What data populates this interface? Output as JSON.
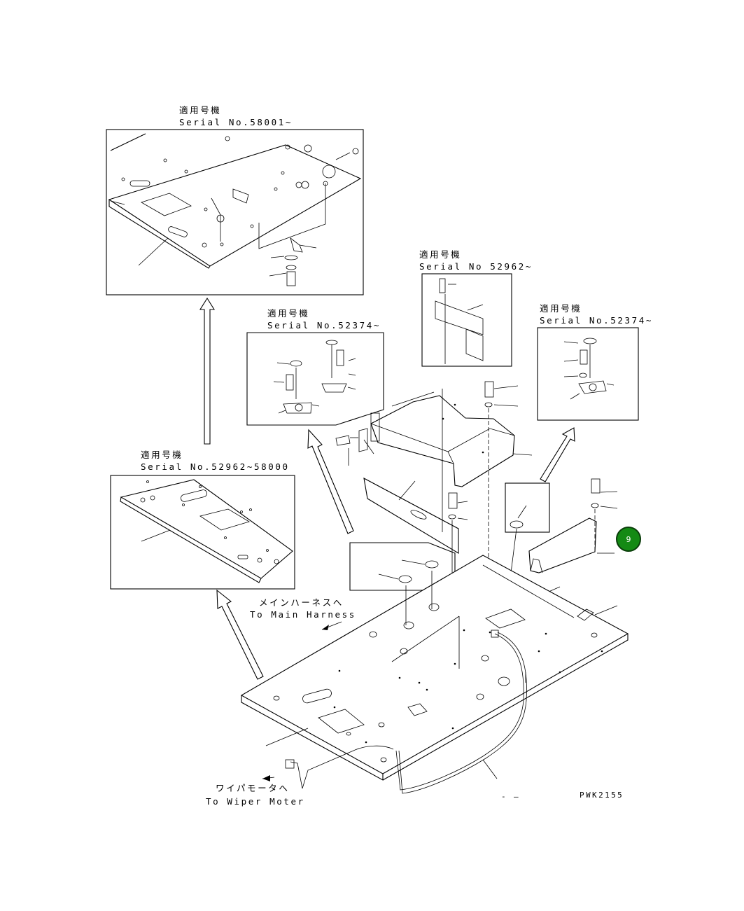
{
  "labels": {
    "applicable_jp": "適用号機",
    "serial_58001": "Serial No.58001~",
    "serial_52962_top": "Serial No 52962~",
    "serial_52374_left": "Serial No.52374~",
    "serial_52374_right": "Serial No.52374~",
    "serial_52962_58000": "Serial No.52962~58000",
    "main_harness_jp": "メインハーネスへ",
    "main_harness_en": "To Main Harness",
    "wiper_jp": "ワイパモータへ",
    "wiper_en": "To Wiper Moter",
    "dash": "- –",
    "drawing_code": "PWK2155"
  },
  "callouts": [
    {
      "number": "9",
      "color": "#148a14"
    }
  ]
}
